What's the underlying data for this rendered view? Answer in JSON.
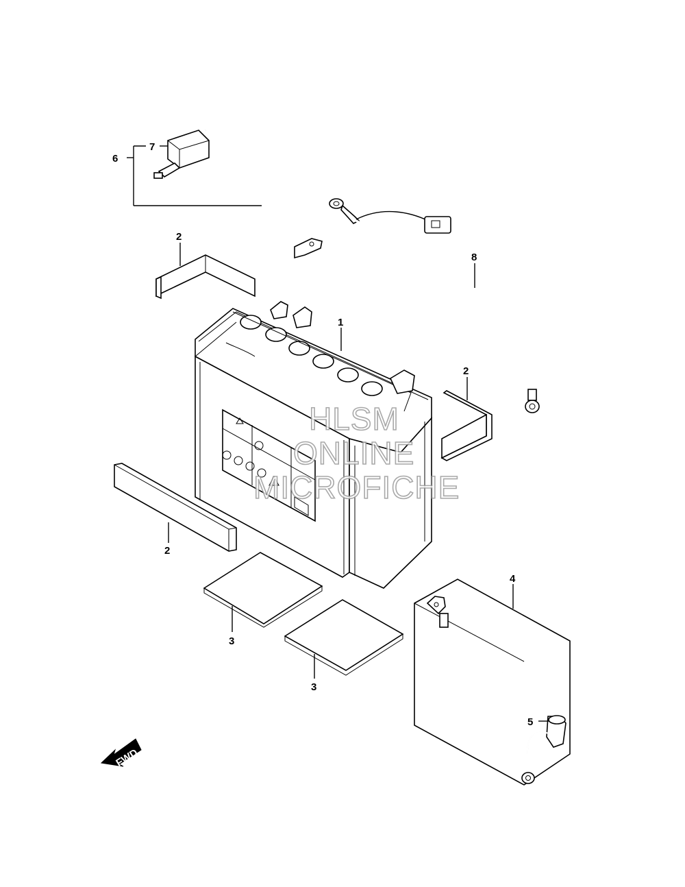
{
  "callouts": {
    "c1": "1",
    "c2a": "2",
    "c2b": "2",
    "c2c": "2",
    "c3a": "3",
    "c3b": "3",
    "c4": "4",
    "c5": "5",
    "c6": "6",
    "c7": "7",
    "c8": "8"
  },
  "watermark": {
    "line1": "HLSM",
    "line2": "ONLINE",
    "line3": "MICROFICHE"
  },
  "direction_label": "FWD"
}
